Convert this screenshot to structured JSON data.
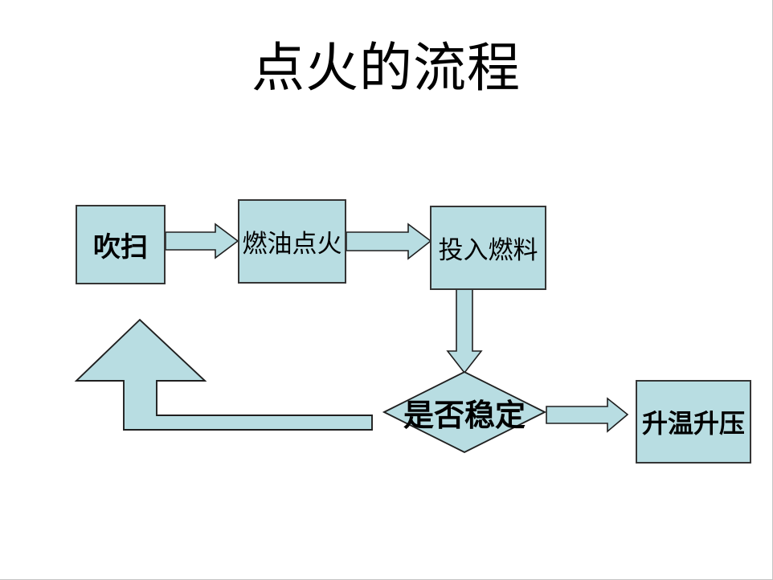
{
  "slide": {
    "title": "点火的流程"
  },
  "flowchart": {
    "type": "flowchart",
    "nodes": [
      {
        "id": "purge",
        "label": "吹扫",
        "shape": "rectangle",
        "emphasis": "bold"
      },
      {
        "id": "oil-ignition",
        "label": "燃油点火",
        "shape": "rectangle",
        "emphasis": "normal"
      },
      {
        "id": "fuel-feed",
        "label": "投入燃料",
        "shape": "rectangle",
        "emphasis": "normal"
      },
      {
        "id": "stable-check",
        "label": "是否稳定",
        "shape": "diamond",
        "emphasis": "bold"
      },
      {
        "id": "heat-up",
        "label": "升温升压",
        "shape": "rectangle",
        "emphasis": "bold"
      }
    ],
    "edges": [
      {
        "from": "purge",
        "to": "oil-ignition",
        "style": "block-arrow-right"
      },
      {
        "from": "oil-ignition",
        "to": "fuel-feed",
        "style": "block-arrow-right"
      },
      {
        "from": "fuel-feed",
        "to": "stable-check",
        "style": "block-arrow-down"
      },
      {
        "from": "stable-check",
        "to": "heat-up",
        "style": "block-arrow-right"
      },
      {
        "from": "stable-check",
        "to": "purge",
        "style": "bent-up-block-arrow"
      }
    ]
  },
  "theme": {
    "background": "#ffffff",
    "slide-edge": "#c4c4c4",
    "shape-fill": "#b8dde2",
    "box-border": "#353535",
    "arrow-stroke": "#1f1f1f",
    "text-color": "#000000"
  }
}
